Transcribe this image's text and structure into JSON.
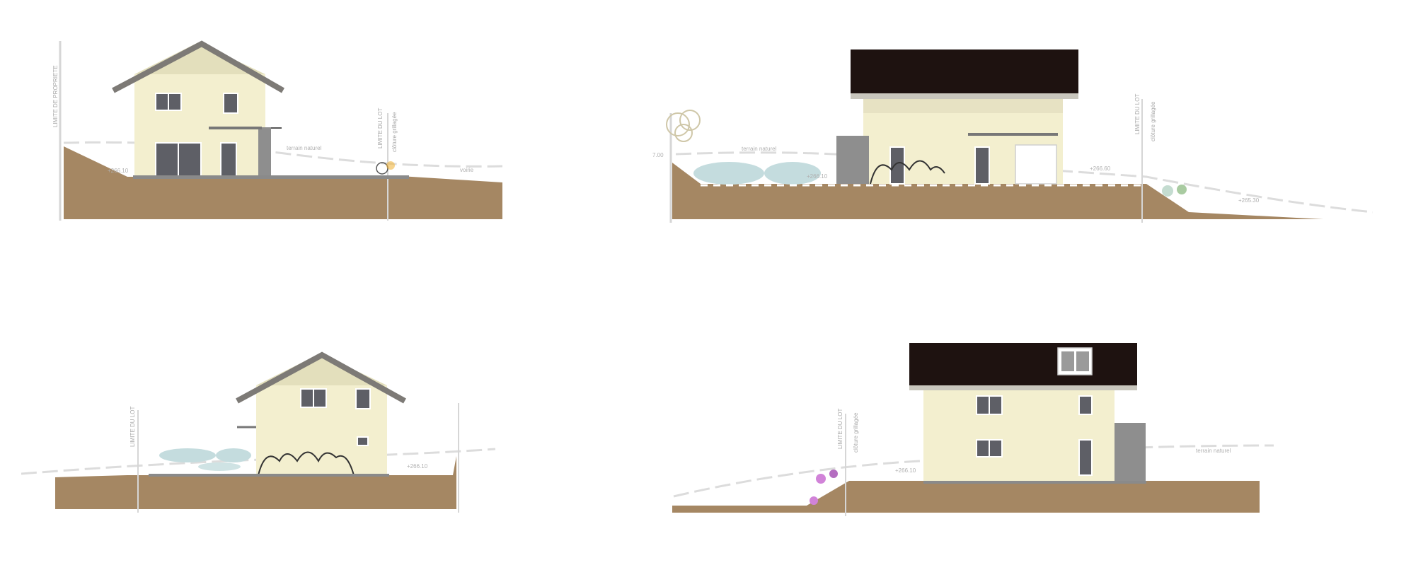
{
  "colors": {
    "ground": "#a58763",
    "wall": "#f3efcf",
    "wall_shade": "#e3dfbc",
    "roof_dark": "#1e1210",
    "roof_grey": "#7d7a76",
    "window": "#5e5f66",
    "annex": "#8e8e8e",
    "hedge": "#c4dcde"
  },
  "elevations": {
    "top_left": {
      "limit_label": "LIMITE DE PROPRIETE",
      "lot_label": "LIMITE DU LOT",
      "fence_label": "clôture grillagée",
      "ground_label": "terrain naturel",
      "level_label": "+266.10",
      "road_label": "voirie"
    },
    "top_right": {
      "lot_label": "LIMITE DU LOT",
      "fence_label": "clôture grillagée",
      "ground_label": "terrain naturel",
      "level_left": "+266.10",
      "level_right": "+266.60",
      "level_low": "+265.30",
      "edge_label": "7.00"
    },
    "bottom_left": {
      "lot_label": "LIMITE DU LOT",
      "level_label": "+266.10"
    },
    "bottom_right": {
      "lot_label": "LIMITE DU LOT",
      "fence_label": "clôture grillagée",
      "ground_label": "terrain naturel",
      "level_label": "+266.10"
    }
  }
}
